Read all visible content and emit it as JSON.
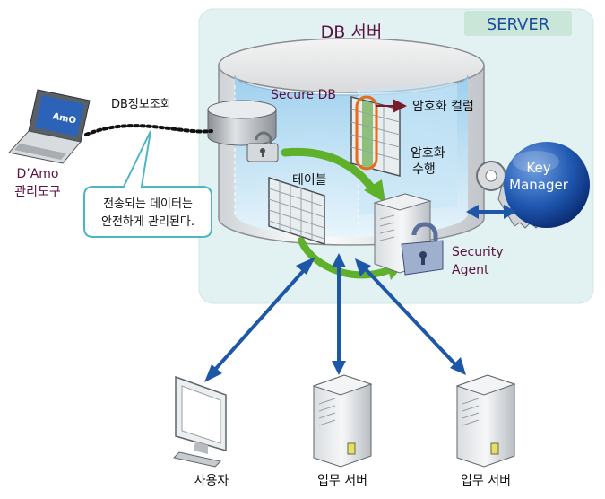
{
  "server_zone": {
    "badge": "SERVER",
    "title": "DB 서버"
  },
  "secure_db": {
    "label": "Secure DB"
  },
  "table": {
    "label": "테이블"
  },
  "encrypted_column": {
    "label": "암호화 컬럼"
  },
  "encrypt_exec": {
    "line1": "암호화",
    "line2": "수행"
  },
  "key_manager": {
    "line1": "Key",
    "line2": "Manager"
  },
  "security_agent": {
    "line1": "Security",
    "line2": "Agent"
  },
  "admin_tool": {
    "line1": "D’Amo",
    "line2": "관리도구",
    "screen_logo": "AmO"
  },
  "query_link": {
    "label": "DB정보조회"
  },
  "callout": {
    "line1": "전송되는 데이터는",
    "line2": "안전하게 관리된다."
  },
  "clients": {
    "user": "사용자",
    "server1": "업무 서버",
    "server2": "업무 서버"
  },
  "colors": {
    "zone_bg": "#e2f2f2",
    "badge_text": "#1a4e9a",
    "title_text": "#5a1240",
    "arrow_blue": "#1e56a8",
    "arrow_green": "#5fb02a"
  }
}
